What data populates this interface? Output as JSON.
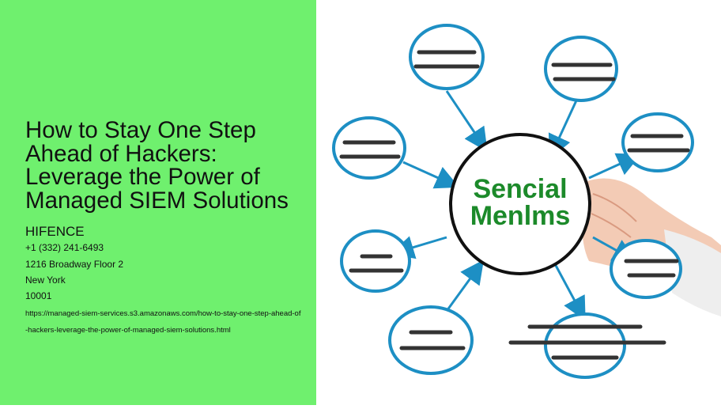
{
  "title": "How to Stay One Step Ahead of Hackers: Leverage the Power of Managed SIEM Solutions",
  "company": "HIFENCE",
  "phone": "+1 (332) 241-6493",
  "address": "1216 Broadway Floor 2",
  "city": "New York",
  "zip": "10001",
  "url": "https://managed-siem-services.s3.amazonaws.com/how-to-stay-one-step-ahead-of-hackers-leverage-the-power-of-managed-siem-solutions.html",
  "diagram": {
    "center_line1": "Sencial",
    "center_line2": "Menlms",
    "colors": {
      "green_panel": "#6ff06e",
      "bubble_stroke": "#1d8fc4",
      "center_text": "#1c8a2a"
    }
  }
}
